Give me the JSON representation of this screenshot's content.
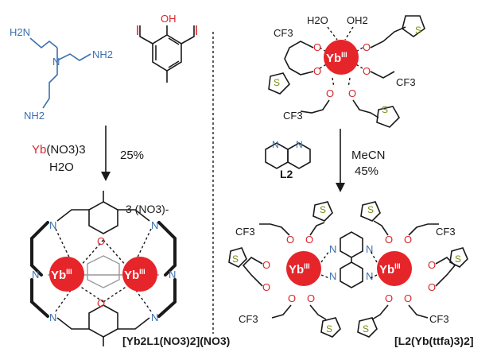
{
  "colors": {
    "ion": "#e6252a",
    "nitrogen": "#3a70b0",
    "oxygen": "#d8262b",
    "sulfur": "#7a8a10",
    "bond": "#1a1a1a"
  },
  "left": {
    "amine_groups": [
      "H2N",
      "NH2",
      "NH2"
    ],
    "amine_n": "N",
    "aldehyde_oh": "OH",
    "reagent_metal": "Yb",
    "reagent_rest": "(NO3)3",
    "solvent": "H2O",
    "yield": "25%",
    "counter_ion": "3 (NO3)-",
    "product_label": "[Yb2L1(NO3)2](NO3)"
  },
  "right": {
    "water_labels": [
      "H2O",
      "OH2"
    ],
    "cf3": "CF3",
    "sulfur": "S",
    "oxygen": "O",
    "nitrogen": "N",
    "ion_symbol": "Yb",
    "ion_ox": "III",
    "ligand_label": "L2",
    "solvent": "MeCN",
    "yield": "45%",
    "product_label": "[L2(Yb(ttfa)3)2]"
  }
}
